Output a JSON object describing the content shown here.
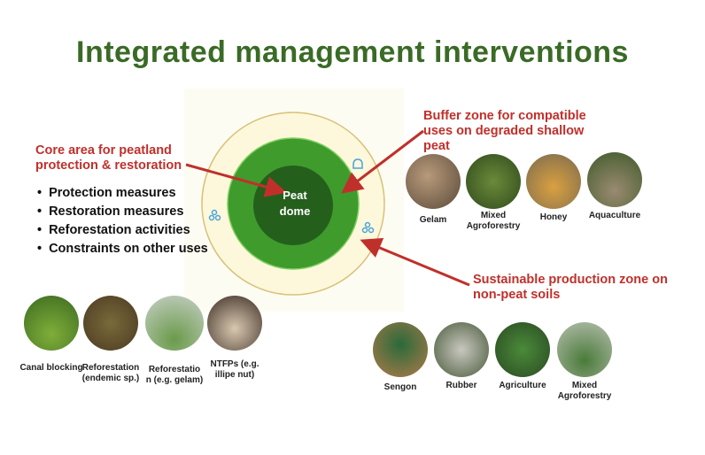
{
  "title": "Integrated management interventions",
  "center_label": "Peat dome",
  "core": {
    "heading": "Core area for peatland protection & restoration",
    "bullets": [
      "Protection measures",
      "Restoration measures",
      "Reforestation activities",
      "Constraints on other uses"
    ]
  },
  "buffer": {
    "heading": "Buffer zone for compatible uses on degraded shallow peat",
    "photos": [
      "Gelam",
      "Mixed Agroforestry",
      "Honey",
      "Aquaculture"
    ]
  },
  "production": {
    "heading": "Sustainable production zone on non-peat soils",
    "photos": [
      "Sengon",
      "Rubber",
      "Agriculture",
      "Mixed Agroforestry"
    ]
  },
  "core_photos": [
    "Canal blocking",
    "Reforestation (endemic sp.)",
    "Reforestatio n (e.g. gelam)",
    "NTFPs (e.g. illipe nut)"
  ],
  "colors": {
    "title": "#3a6b26",
    "heading": "#c0302b",
    "outer": "#fdf8dc",
    "middle": "#3f9b2c",
    "inner": "#245f1c"
  }
}
